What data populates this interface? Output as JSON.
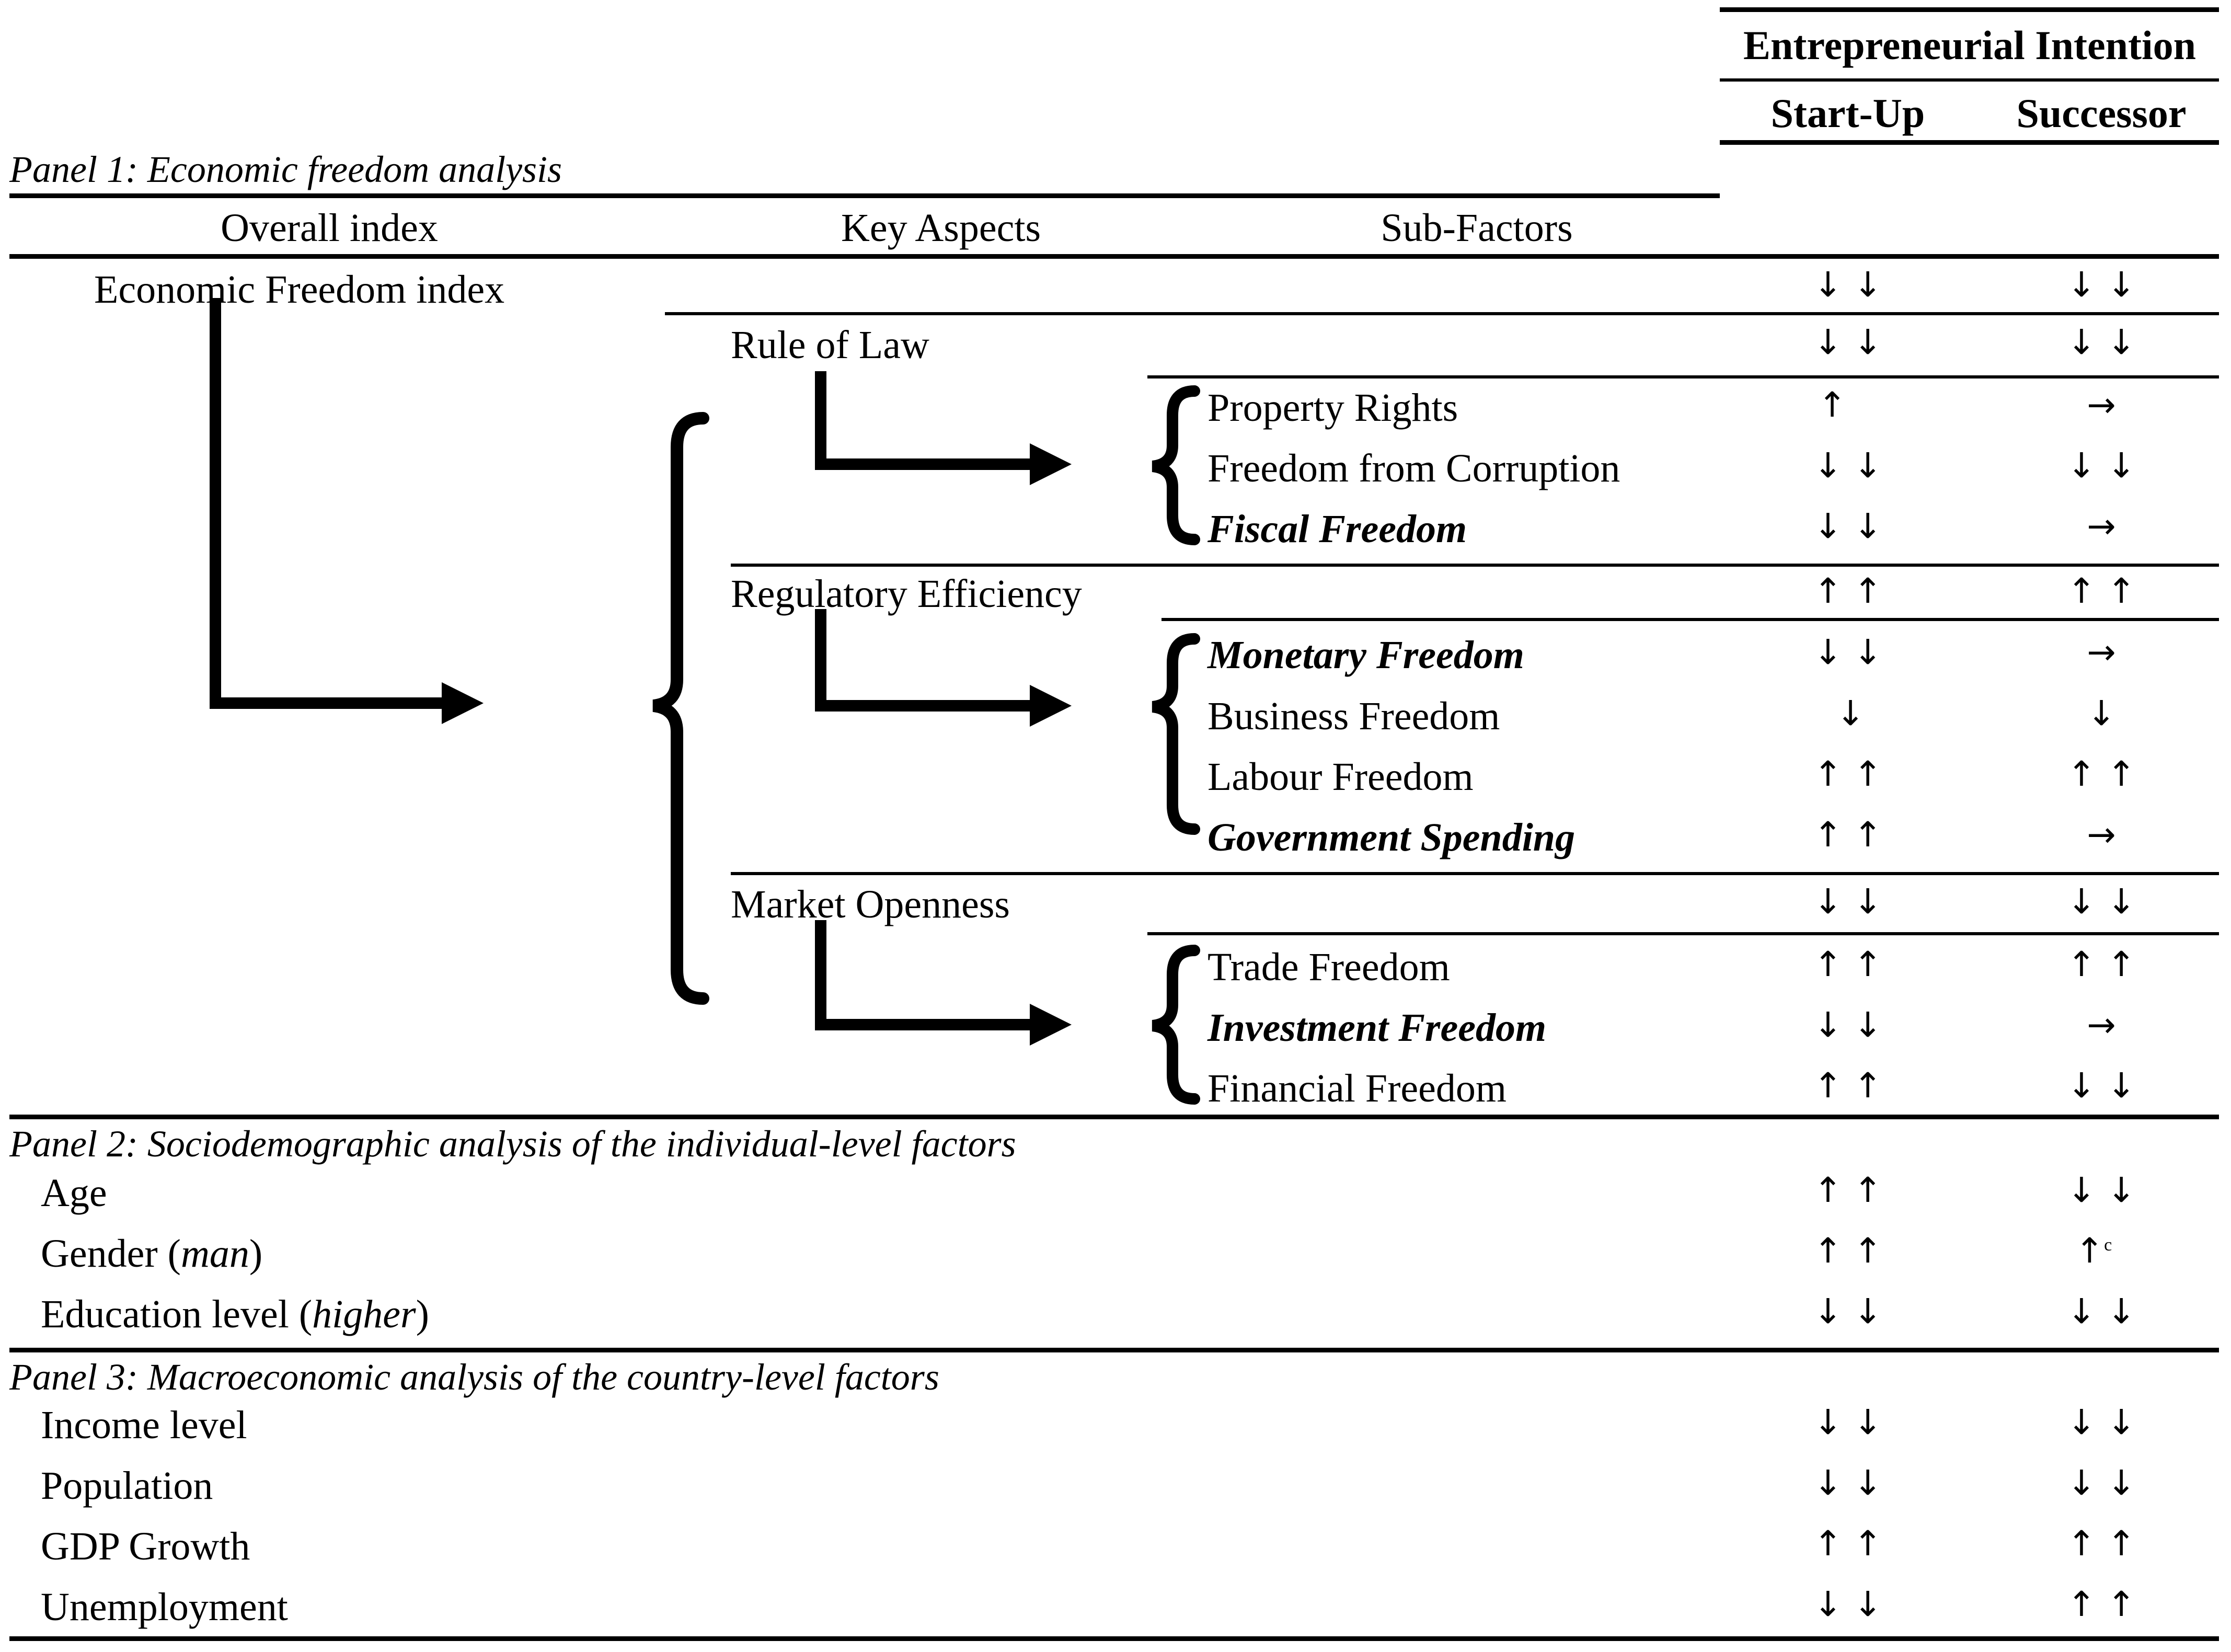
{
  "header": {
    "group_title": "Entrepreneurial Intention",
    "col_startup": "Start-Up",
    "col_successor": "Successor"
  },
  "panel1": {
    "title": "Panel 1: Economic freedom analysis",
    "col_overall": "Overall index",
    "col_key": "Key Aspects",
    "col_sub": "Sub-Factors",
    "overall_index": {
      "label": "Economic Freedom index",
      "startup": "↓ ↓",
      "successor": "↓ ↓"
    },
    "aspects": [
      {
        "label": "Rule of Law",
        "startup": "↓ ↓",
        "successor": "↓ ↓",
        "subfactors": [
          {
            "label": "Property Rights",
            "emphasis": false,
            "startup": "↑",
            "successor": "→"
          },
          {
            "label": "Freedom from Corruption",
            "emphasis": false,
            "startup": "↓ ↓",
            "successor": "↓ ↓"
          },
          {
            "label": "Fiscal Freedom",
            "emphasis": true,
            "startup": "↓ ↓",
            "successor": "→"
          }
        ]
      },
      {
        "label": "Regulatory Efficiency",
        "startup": "↑ ↑",
        "successor": "↑ ↑",
        "subfactors": [
          {
            "label": "Monetary Freedom",
            "emphasis": true,
            "startup": "↓ ↓",
            "successor": "→"
          },
          {
            "label": "Business Freedom",
            "emphasis": false,
            "startup": "↓",
            "successor": "↓"
          },
          {
            "label": "Labour Freedom",
            "emphasis": false,
            "startup": "↑ ↑",
            "successor": "↑ ↑"
          },
          {
            "label": "Government Spending",
            "emphasis": true,
            "startup": "↑ ↑",
            "successor": "→"
          }
        ]
      },
      {
        "label": "Market Openness",
        "startup": "↓ ↓",
        "successor": "↓ ↓",
        "subfactors": [
          {
            "label": "Trade Freedom",
            "emphasis": false,
            "startup": "↑ ↑",
            "successor": "↑ ↑"
          },
          {
            "label": "Investment Freedom",
            "emphasis": true,
            "startup": "↓ ↓",
            "successor": "→"
          },
          {
            "label": "Financial Freedom",
            "emphasis": false,
            "startup": "↑ ↑",
            "successor": "↓ ↓"
          }
        ]
      }
    ]
  },
  "panel2": {
    "title": "Panel 2: Sociodemographic analysis of the individual-level factors",
    "rows": [
      {
        "label": "Age",
        "paren": "",
        "startup": "↑ ↑",
        "successor": "↓ ↓",
        "note": ""
      },
      {
        "label": "Gender",
        "paren": "man",
        "startup": "↑ ↑",
        "successor": "↑",
        "note": "c"
      },
      {
        "label": "Education level",
        "paren": "higher",
        "startup": "↓ ↓",
        "successor": "↓ ↓",
        "note": ""
      }
    ]
  },
  "panel3": {
    "title": "Panel 3: Macroeconomic analysis of the country-level factors",
    "rows": [
      {
        "label": "Income level",
        "startup": "↓ ↓",
        "successor": "↓ ↓"
      },
      {
        "label": "Population",
        "startup": "↓ ↓",
        "successor": "↓ ↓"
      },
      {
        "label": "GDP Growth",
        "startup": "↑ ↑",
        "successor": "↑ ↑"
      },
      {
        "label": "Unemployment",
        "startup": "↓ ↓",
        "successor": "↑ ↑"
      }
    ]
  },
  "colors": {
    "ink": "#000000",
    "paper": "#ffffff"
  }
}
